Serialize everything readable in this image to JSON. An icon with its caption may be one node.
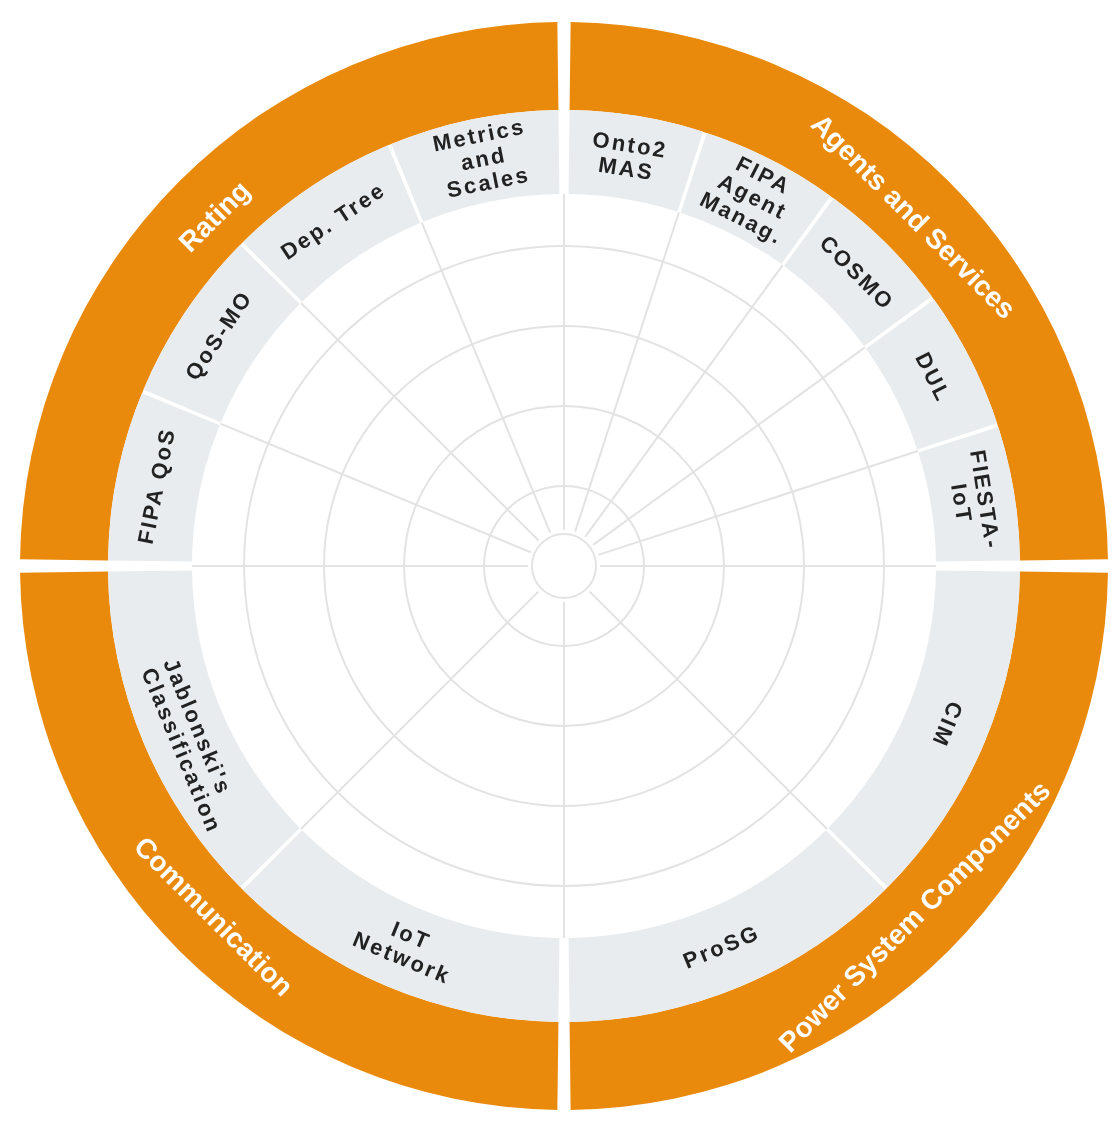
{
  "diagram": {
    "nodes": [
      {
        "text": [
          "Rating"
        ]
      },
      {
        "text": [
          "FIPA QoS"
        ],
        "in": 0
      },
      {
        "text": [
          "QoS-MO"
        ],
        "in": 0
      },
      {
        "text": [
          "Dep. Tree"
        ],
        "in": 0
      },
      {
        "text": [
          "Metrics and Scales"
        ],
        "in": 0
      },
      {
        "text": [
          "Agents and Services"
        ]
      },
      {
        "text": [
          "Onto2 MAS"
        ],
        "in": 5
      },
      {
        "text": [
          "FIPA Agent Manag."
        ],
        "in": 5
      },
      {
        "text": [
          "COSMO"
        ],
        "in": 5
      },
      {
        "text": [
          "DUL"
        ],
        "in": 5
      },
      {
        "text": [
          "FIESTA-IoT"
        ],
        "in": 5
      },
      {
        "text": [
          "Power System Components"
        ]
      },
      {
        "text": [
          "CIM"
        ],
        "in": 11
      },
      {
        "text": [
          "ProSG"
        ],
        "in": 11
      },
      {
        "text": [
          "Communication"
        ]
      },
      {
        "text": [
          "IoT Network"
        ],
        "in": 14
      },
      {
        "text": [
          "Jablonski's Classification"
        ],
        "in": 14
      }
    ]
  }
}
